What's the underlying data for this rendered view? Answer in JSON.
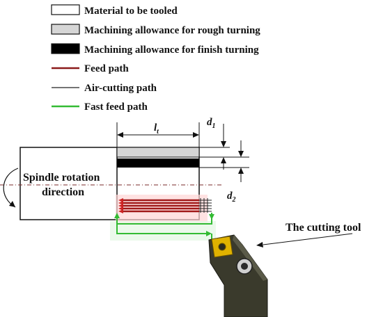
{
  "legend": {
    "items": [
      {
        "label": "Material to be tooled",
        "kind": "box",
        "fill": "#ffffff"
      },
      {
        "label": "Machining allowance for rough turning",
        "kind": "box",
        "fill": "#d6d6d6"
      },
      {
        "label": "Machining allowance for finish turning",
        "kind": "box",
        "fill": "#000000"
      },
      {
        "label": "Feed path",
        "kind": "line",
        "color": "#8b1a1a"
      },
      {
        "label": "Air-cutting path",
        "kind": "line",
        "color": "#222222"
      },
      {
        "label": "Fast feed path",
        "kind": "line",
        "color": "#33bb33"
      }
    ]
  },
  "diagram": {
    "dimension_lt": "l",
    "dimension_lt_sub": "t",
    "dimension_d1": "d",
    "dimension_d1_sub": "1",
    "dimension_d2": "d",
    "dimension_d2_sub": "2",
    "spindle_label_line1": "Spindle rotation",
    "spindle_label_line2": "direction",
    "tool_label": "The cutting tool"
  },
  "colors": {
    "feed": "#8b1a1a",
    "fast_feed": "#33bb33",
    "air": "#222222",
    "rough": "#d6d6d6",
    "finish": "#000000",
    "tool_body": "#3a3a2c",
    "insert": "#e0b200"
  }
}
